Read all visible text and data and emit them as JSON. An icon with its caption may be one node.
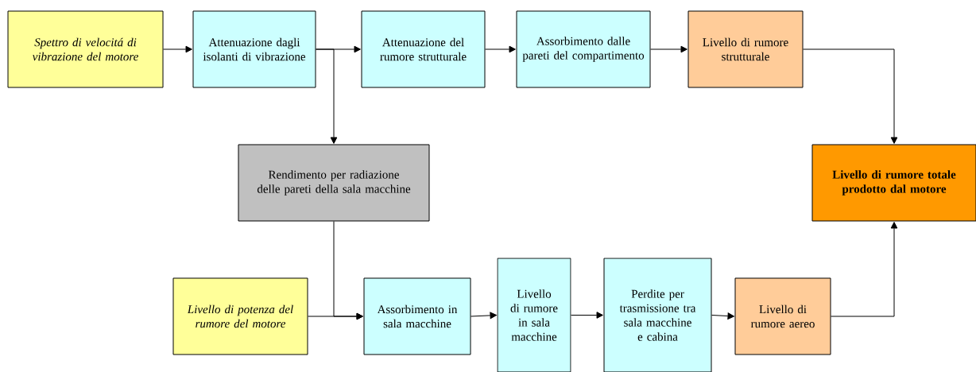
{
  "diagram": {
    "nodes": [
      {
        "text": [
          "Spettro di velocitá di vibrazione del motore"
        ]
      },
      {
        "text": [
          "Attenuazione dagli isolanti di vibrazione"
        ]
      },
      {
        "text": [
          "Attenuazione del rumore strutturale"
        ]
      },
      {
        "text": [
          "Assorbimento dalle pareti del compartimento"
        ]
      },
      {
        "text": [
          "Livello di rumore strutturale"
        ]
      },
      {
        "text": [
          "Rendimento per radiazione delle pareti della sala macchine"
        ]
      },
      {
        "text": [
          "Livello di rumore totale prodotto dal motore"
        ]
      },
      {
        "text": [
          "Livello di potenza del rumore del motore"
        ]
      },
      {
        "text": [
          "Assorbimento in sala macchine"
        ]
      },
      {
        "text": [
          "Livello di rumore in sala macchine"
        ]
      },
      {
        "text": [
          "Perdite per trasmissione tra sala macchine e cabina"
        ]
      },
      {
        "text": [
          "Livello di rumore aereo"
        ]
      }
    ],
    "edges": [
      {
        "from": 0,
        "to": 1,
        "arrow": "to"
      },
      {
        "from": 1,
        "to": 2,
        "arrow": "to"
      },
      {
        "from": 1,
        "to": 5,
        "arrow": "to"
      },
      {
        "from": 2,
        "to": 3,
        "arrow": "to"
      },
      {
        "from": 3,
        "to": 4,
        "arrow": "to"
      },
      {
        "from": 4,
        "to": 6,
        "arrow": "to"
      },
      {
        "from": 5,
        "to": 8,
        "arrow": "to"
      },
      {
        "from": 7,
        "to": 8,
        "arrow": "to"
      },
      {
        "from": 8,
        "to": 9,
        "arrow": "to"
      },
      {
        "from": 9,
        "to": 10,
        "arrow": "to"
      },
      {
        "from": 10,
        "to": 11,
        "arrow": "to"
      },
      {
        "from": 11,
        "to": 6,
        "arrow": "to"
      }
    ]
  }
}
